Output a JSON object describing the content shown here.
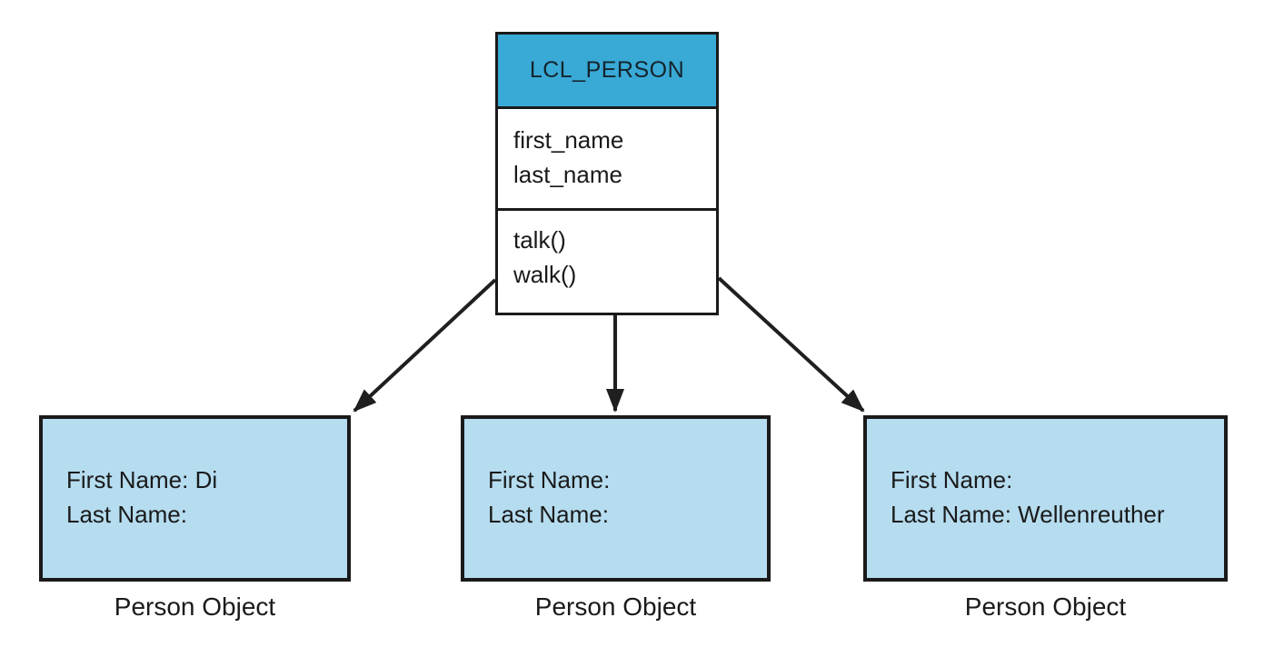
{
  "diagram": {
    "class_box": {
      "title": "LCL_PERSON",
      "attributes": [
        "first_name",
        "last_name"
      ],
      "methods": [
        "talk()",
        "walk()"
      ]
    },
    "instances": [
      {
        "lines": [
          "First Name: Di",
          "Last Name:"
        ],
        "caption": "Person Object"
      },
      {
        "lines": [
          "First Name:",
          "Last Name:"
        ],
        "caption": "Person Object"
      },
      {
        "lines": [
          "First Name:",
          "Last Name: Wellenreuther"
        ],
        "caption": "Person Object"
      }
    ],
    "colors": {
      "class_header_fill": "#39a9d6",
      "instance_fill": "#b5dcef",
      "line_color": "#1f1f1f",
      "background": "#ffffff"
    }
  }
}
